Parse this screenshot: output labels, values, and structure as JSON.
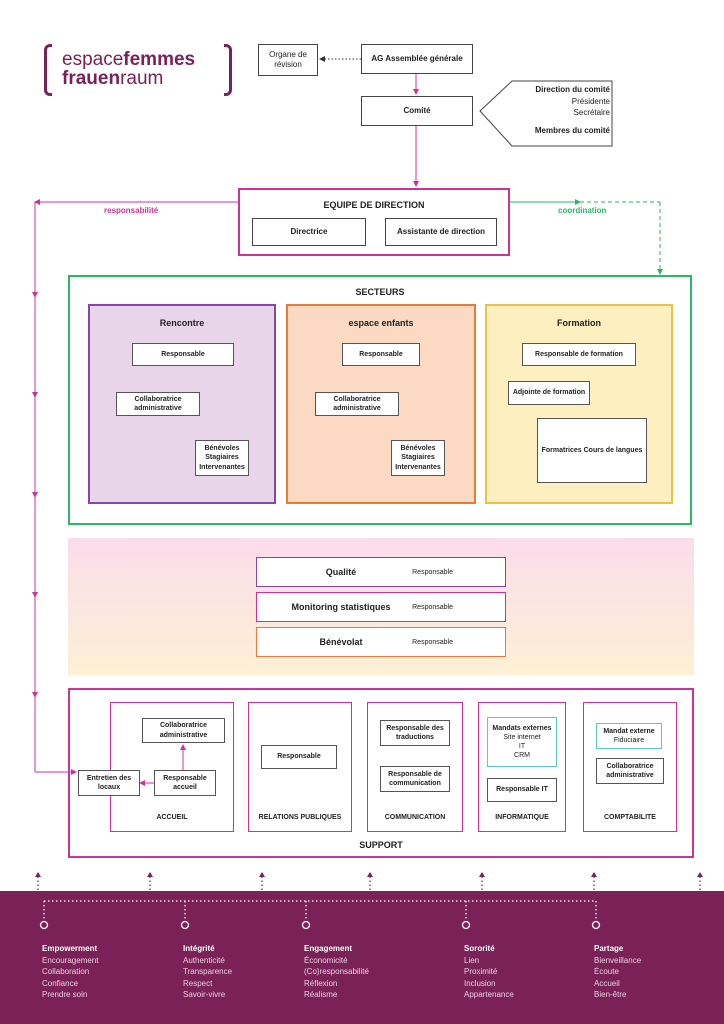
{
  "logo": {
    "line1_light": "espace",
    "line1_bold": "femmes",
    "line2_bold": "frauen",
    "line2_light": "raum"
  },
  "colors": {
    "pink": "#cc3399",
    "purple": "#8844aa",
    "orange": "#e87a3a",
    "yellow": "#e8c24a",
    "green": "#2db56a",
    "footer": "#7a2257"
  },
  "top": {
    "organe": "Organe de révision",
    "ag": "AG Assemblée générale",
    "comite": "Comité",
    "committee_detail": {
      "title1": "Direction du comité",
      "role1": "Présidente",
      "role2": "Secrétaire",
      "title2": "Membres du comité"
    }
  },
  "direction": {
    "title": "EQUIPE DE DIRECTION",
    "directrice": "Directrice",
    "assistante": "Assistante de direction",
    "responsabilite": "responsabilité",
    "coordination": "coordination"
  },
  "secteurs": {
    "title": "SECTEURS",
    "rencontre": {
      "title": "Rencontre",
      "responsable": "Responsable",
      "collab": "Collaboratrice administrative",
      "benevoles": "Bénévoles Stagiaires Intervenantes"
    },
    "enfants": {
      "title": "espace enfants",
      "responsable": "Responsable",
      "collab": "Collaboratrice administrative",
      "benevoles": "Bénévoles Stagiaires Intervenantes"
    },
    "formation": {
      "title": "Formation",
      "responsable": "Responsable de formation",
      "adjointe": "Adjointe de formation",
      "formatrices": "Formatrices Cours de langues"
    }
  },
  "transversal": [
    {
      "title": "Qualité",
      "resp": "Responsable"
    },
    {
      "title": "Monitoring statistiques",
      "resp": "Responsable"
    },
    {
      "title": "Bénévolat",
      "resp": "Responsable"
    }
  ],
  "support": {
    "title": "SUPPORT",
    "accueil": {
      "caption": "ACCUEIL",
      "collab": "Collaboratrice administrative",
      "resp": "Responsable accueil",
      "entretien": "Entretien des locaux"
    },
    "relations": {
      "caption": "RELATIONS PUBLIQUES",
      "resp": "Responsable"
    },
    "communication": {
      "caption": "COMMUNICATION",
      "trad": "Responsable des traductions",
      "comm": "Responsable de communication"
    },
    "informatique": {
      "caption": "INFORMATIQUE",
      "mandats": "Mandats externes",
      "m1": "Site internet",
      "m2": "IT",
      "m3": "CRM",
      "resp": "Responsable IT"
    },
    "comptabilite": {
      "caption": "COMPTABILITE",
      "mandat": "Mandat externe",
      "fid": "Fiduciaire",
      "collab": "Collaboratrice administrative"
    }
  },
  "values": [
    {
      "title": "Empowerment",
      "items": [
        "Encouragement",
        "Collaboration",
        "Confiance",
        "Prendre soin"
      ]
    },
    {
      "title": "Intégrité",
      "items": [
        "Authenticité",
        "Transparence",
        "Respect",
        "Savoir-vivre"
      ]
    },
    {
      "title": "Engagement",
      "items": [
        "Économicité",
        "(Co)responsabilité",
        "Réflexion",
        "Réalisme"
      ]
    },
    {
      "title": "Sororité",
      "items": [
        "Lien",
        "Proximité",
        "Inclusion",
        "Appartenance"
      ]
    },
    {
      "title": "Partage",
      "items": [
        "Bienveillance",
        "Écoute",
        "Accueil",
        "Bien-être"
      ]
    }
  ]
}
